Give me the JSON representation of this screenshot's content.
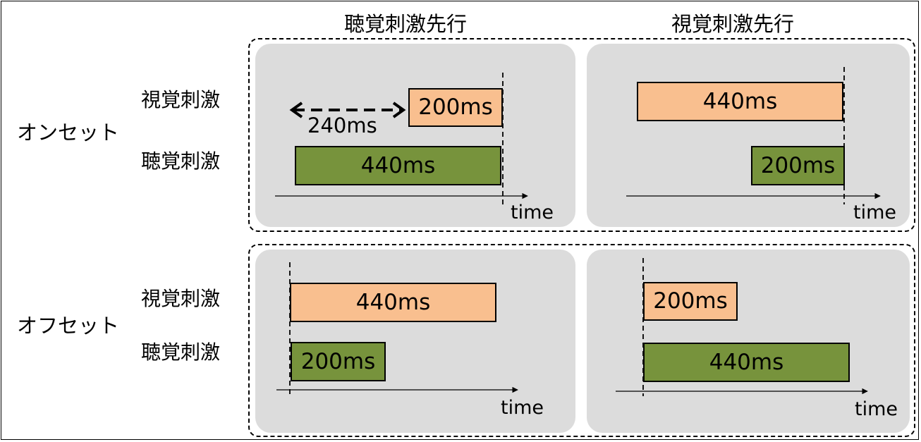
{
  "columns": {
    "auditory_first": "聴覚刺激先行",
    "visual_first": "視覚刺激先行"
  },
  "rows": {
    "onset": "オンセット",
    "offset": "オフセット"
  },
  "stimuli": {
    "visual": "視覚刺激",
    "auditory": "聴覚刺激"
  },
  "durations": {
    "long": "440ms",
    "short": "200ms",
    "gap": "240ms"
  },
  "axis_label": "time",
  "colors": {
    "visual_bar": "#f9bf8f",
    "auditory_bar": "#77933c",
    "panel_bg": "#dcdcdc"
  }
}
